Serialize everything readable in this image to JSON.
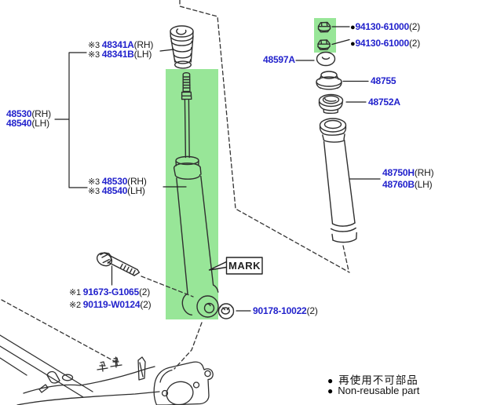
{
  "colors": {
    "highlight_green": "#98e698",
    "part_link_blue": "#2222cc",
    "line_dark": "#2f2f2f"
  },
  "callouts": {
    "bump_stop_rh": {
      "prefix": "※3 ",
      "num": "48341A",
      "suffix": "(RH)"
    },
    "bump_stop_lh": {
      "prefix": "※3 ",
      "num": "48341B",
      "suffix": "(LH)"
    },
    "assy_rh": {
      "num": "48530",
      "suffix": "(RH)"
    },
    "assy_lh": {
      "num": "48540",
      "suffix": "(LH)"
    },
    "shock_rh": {
      "prefix": "※3 ",
      "num": "48530",
      "suffix": "(RH)"
    },
    "shock_lh": {
      "prefix": "※3 ",
      "num": "48540",
      "suffix": "(LH)"
    },
    "bolt_note1": {
      "prefix": "※1 ",
      "num": "91673-G1065",
      "suffix": "(2)"
    },
    "bolt_note2": {
      "prefix": "※2 ",
      "num": "90119-W0124",
      "suffix": "(2)"
    },
    "nut_top_1": {
      "bullet": "●",
      "num": "94130-61000",
      "suffix": "(2)"
    },
    "nut_top_2": {
      "bullet": "●",
      "num": "94130-61000",
      "suffix": "(2)"
    },
    "washer": {
      "num": "48597A"
    },
    "cushion": {
      "num": "48755"
    },
    "support": {
      "num": "48752A"
    },
    "dust_cover_rh": {
      "num": "48750H",
      "suffix": "(RH)"
    },
    "dust_cover_lh": {
      "num": "48760B",
      "suffix": "(LH)"
    },
    "nut_lower": {
      "num": "90178-10022",
      "suffix": "(2)"
    },
    "mark": {
      "text": "MARK"
    }
  },
  "legend": {
    "bullet": "●",
    "line1_jp": "再使用不可部品",
    "line2_en": "Non-reusable part"
  }
}
